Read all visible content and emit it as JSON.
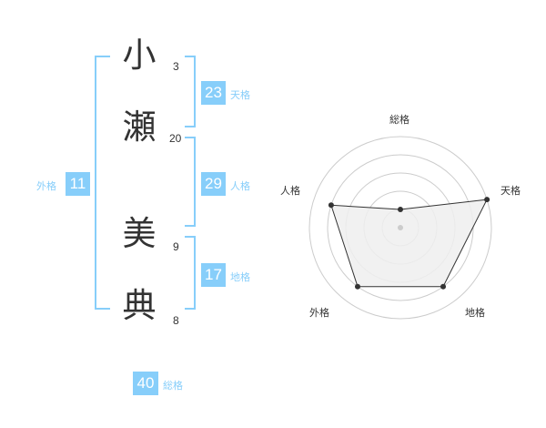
{
  "name": {
    "chars": [
      {
        "char": "小",
        "strokes": "3"
      },
      {
        "char": "瀬",
        "strokes": "20"
      },
      {
        "char": "美",
        "strokes": "9"
      },
      {
        "char": "典",
        "strokes": "8"
      }
    ]
  },
  "fortunes": {
    "tenkaku": {
      "value": "23",
      "label": "天格"
    },
    "jinkaku": {
      "value": "29",
      "label": "人格"
    },
    "chikaku": {
      "value": "17",
      "label": "地格"
    },
    "gaikaku": {
      "value": "11",
      "label": "外格"
    },
    "soukaku": {
      "value": "40",
      "label": "総格"
    }
  },
  "chart_data": {
    "type": "radar",
    "axes": [
      "総格",
      "天格",
      "地格",
      "外格",
      "人格"
    ],
    "values": [
      1,
      5,
      4,
      4,
      4
    ],
    "range": [
      0,
      5
    ],
    "colors": {
      "fill": "#eeeeee",
      "line": "#333333",
      "grid": "#cccccc",
      "center": "#cccccc"
    }
  },
  "colors": {
    "accent": "#87cefa",
    "text": "#333333"
  }
}
